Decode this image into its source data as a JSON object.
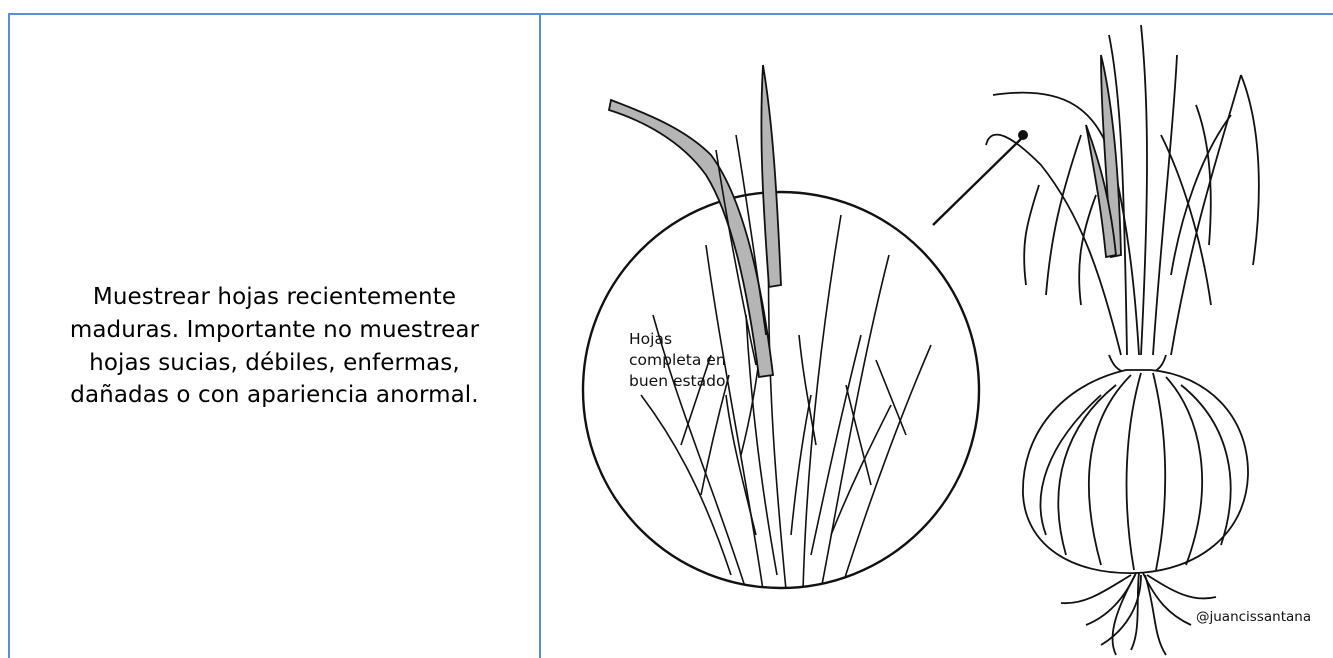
{
  "instruction": {
    "text": "Muestrear hojas recientemente maduras. Importante no muestrear hojas sucias, débiles, enfermas, dañadas o con apariencia anormal."
  },
  "illustration": {
    "callout_label": "Hojas completa en buen estado",
    "credit": "@juancissantana",
    "highlight_color": "#b5b5b5",
    "line_color": "#111111"
  },
  "colors": {
    "table_border": "#5b8fd1"
  }
}
